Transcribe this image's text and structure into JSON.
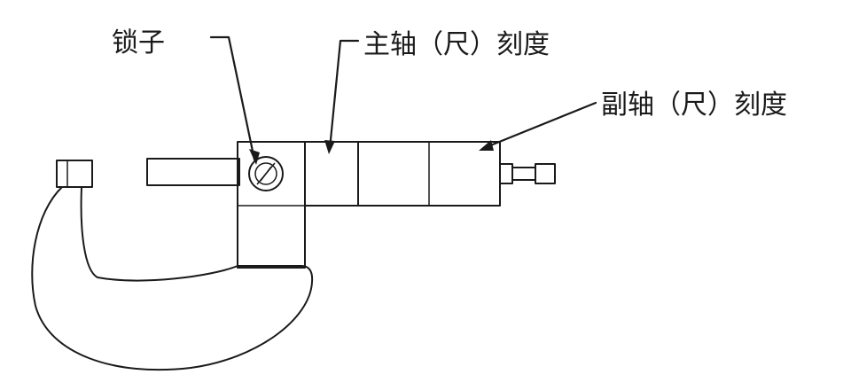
{
  "labels": {
    "lock": "锁子",
    "main_scale": "主轴（尺）刻度",
    "vernier_scale": "副轴（尺）刻度"
  },
  "colors": {
    "line": "#1a1a1a",
    "background": "#ffffff"
  }
}
